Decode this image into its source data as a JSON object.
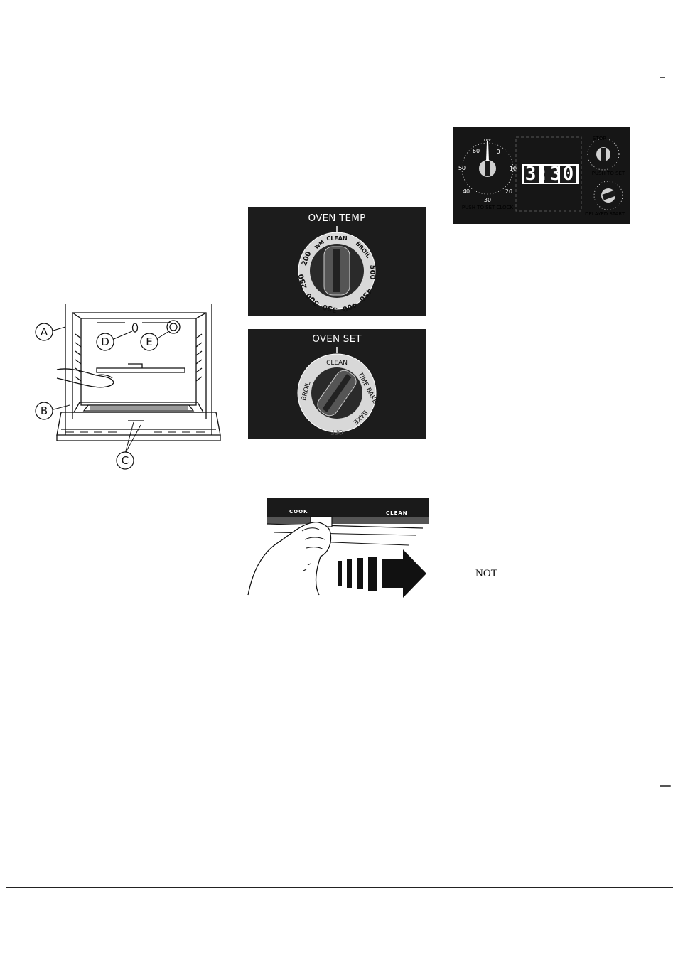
{
  "oven_diagram": {
    "callouts": [
      {
        "id": "A",
        "label": "A"
      },
      {
        "id": "B",
        "label": "B"
      },
      {
        "id": "C",
        "label": "C"
      },
      {
        "id": "D",
        "label": "D"
      },
      {
        "id": "E",
        "label": "E"
      }
    ]
  },
  "oven_temp_panel": {
    "title": "OVEN TEMP",
    "dial_labels": [
      "CLEAN",
      "BROIL",
      "500",
      "450",
      "400",
      "350",
      "300",
      "250",
      "200",
      "WM"
    ]
  },
  "oven_set_panel": {
    "title": "OVEN SET",
    "dial_labels": [
      "CLEAN",
      "TIME BAKE",
      "BAKE",
      "OFF",
      "BROIL"
    ]
  },
  "latch_illustration": {
    "cook_label": "COOK",
    "clean_label": "CLEAN"
  },
  "clock_panel": {
    "display": "3:30",
    "minute_timer_labels": [
      "60",
      "0",
      "10",
      "20",
      "30",
      "40",
      "50",
      "OFF"
    ],
    "push_to_set_clock": "PUSH TO SET CLOCK",
    "stop_label": "STOP",
    "push_to_set": "PUSH TO SET",
    "delayed_start": "DELAYED START"
  },
  "body_text": {
    "not_word": "NOT"
  }
}
